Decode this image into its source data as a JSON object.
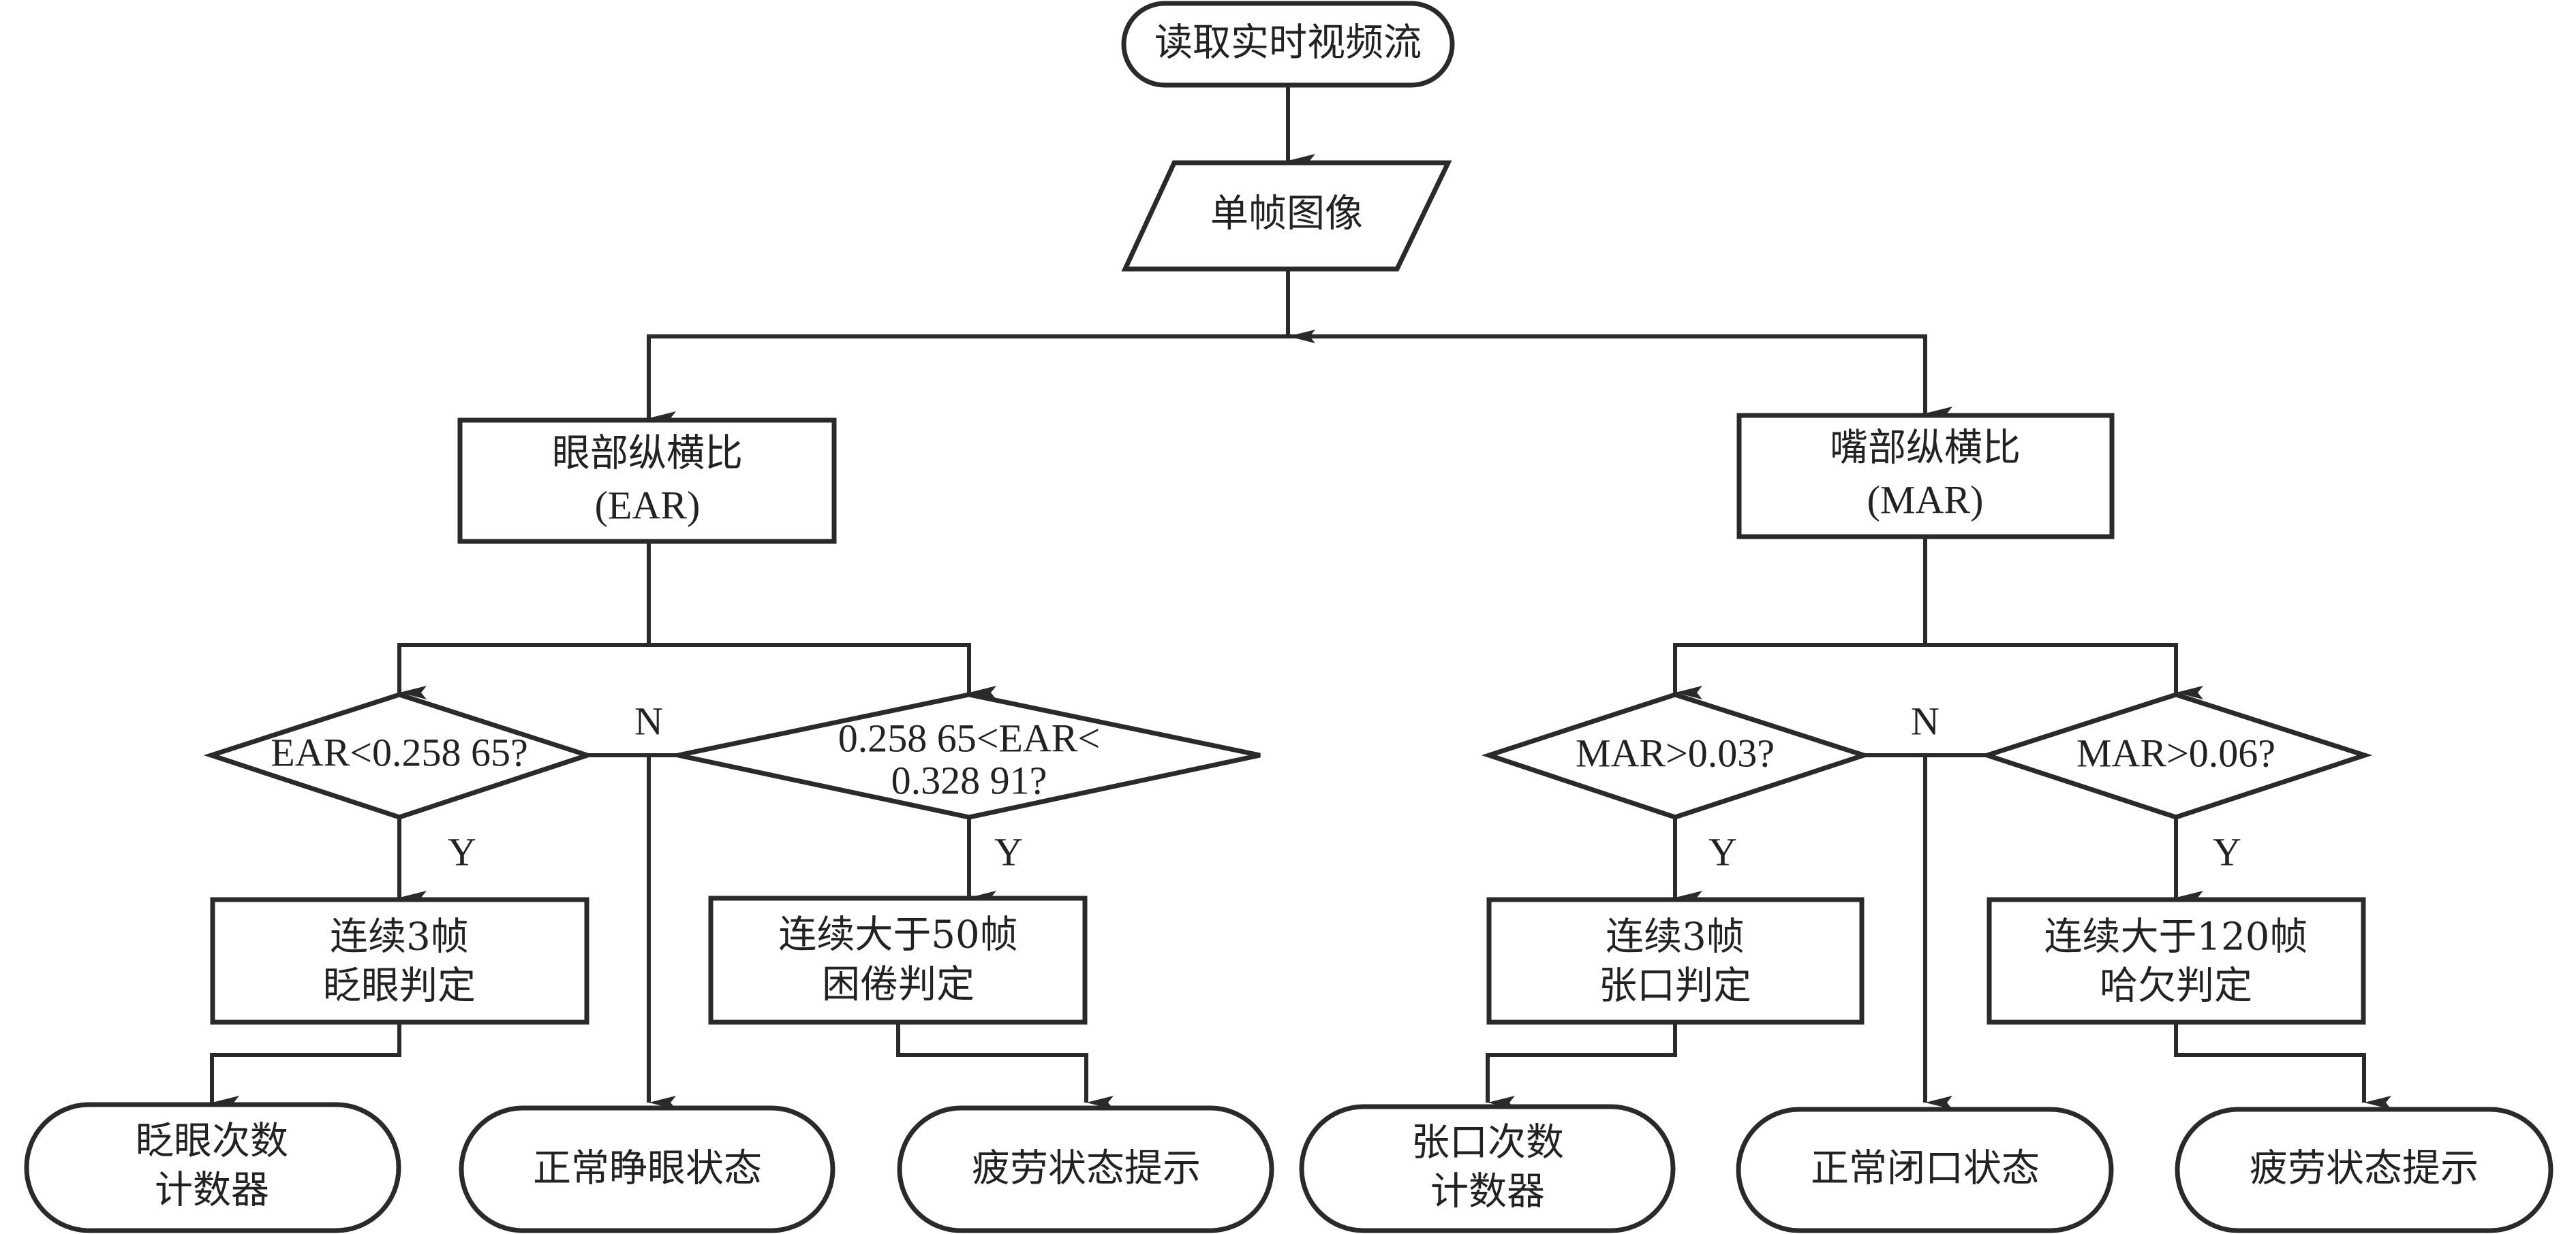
{
  "diagram": {
    "type": "flowchart",
    "start": {
      "label": "读取实时视频流"
    },
    "input": {
      "label": "单帧图像"
    },
    "eye_process": {
      "line1": "眼部纵横比",
      "line2": "(EAR)"
    },
    "mouth_process": {
      "line1": "嘴部纵横比",
      "line2": "(MAR)"
    },
    "decisions": {
      "eye_blink": {
        "label": "EAR<0.258 65?"
      },
      "eye_drowsy": {
        "line1": "0.258 65<EAR<",
        "line2": "0.328 91?"
      },
      "mouth_open": {
        "label": "MAR>0.03?"
      },
      "mouth_yawn": {
        "label": "MAR>0.06?"
      }
    },
    "branch_labels": {
      "yes": "Y",
      "no": "N"
    },
    "judgements": {
      "blink": {
        "line1": "连续3帧",
        "line2": "眨眼判定"
      },
      "drowsy": {
        "line1": "连续大于50帧",
        "line2": "困倦判定"
      },
      "open": {
        "line1": "连续3帧",
        "line2": "张口判定"
      },
      "yawn": {
        "line1": "连续大于120帧",
        "line2": "哈欠判定"
      }
    },
    "outcomes": {
      "blink_counter": {
        "line1": "眨眼次数",
        "line2": "计数器"
      },
      "eyes_normal": {
        "label": "正常睁眼状态"
      },
      "eye_fatigue": {
        "label": "疲劳状态提示"
      },
      "mouth_counter": {
        "line1": "张口次数",
        "line2": "计数器"
      },
      "mouth_normal": {
        "label": "正常闭口状态"
      },
      "mouth_fatigue": {
        "label": "疲劳状态提示"
      }
    }
  }
}
